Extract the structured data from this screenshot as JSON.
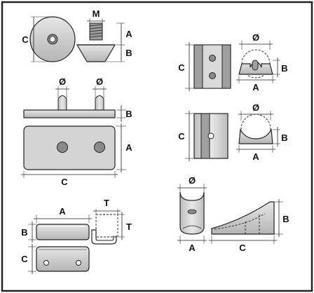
{
  "colors": {
    "frame": "#222222",
    "part_fill": "#c9c9c9",
    "part_light": "#dcdcdc",
    "hole_fill": "#8a8a8a",
    "background": "#ffffff"
  },
  "diagrams": {
    "button_anode": {
      "c": "C",
      "m": "M",
      "a": "A",
      "b": "B"
    },
    "hull_plate": {
      "dia_left": "Ø",
      "dia_right": "Ø",
      "b": "B",
      "a": "A",
      "c": "C"
    },
    "clamp_block": {
      "a": "A",
      "t_top": "T",
      "t_side": "T",
      "b": "B",
      "c": "C"
    },
    "rudder_block_two_holes": {
      "c": "C",
      "dia": "Ø",
      "b": "B",
      "a": "A"
    },
    "rudder_block_one_hole": {
      "c": "C",
      "dia": "Ø",
      "b": "B",
      "a": "A"
    },
    "shaft_fairing": {
      "dia": "Ø",
      "b": "B",
      "a": "A",
      "c": "C"
    }
  }
}
